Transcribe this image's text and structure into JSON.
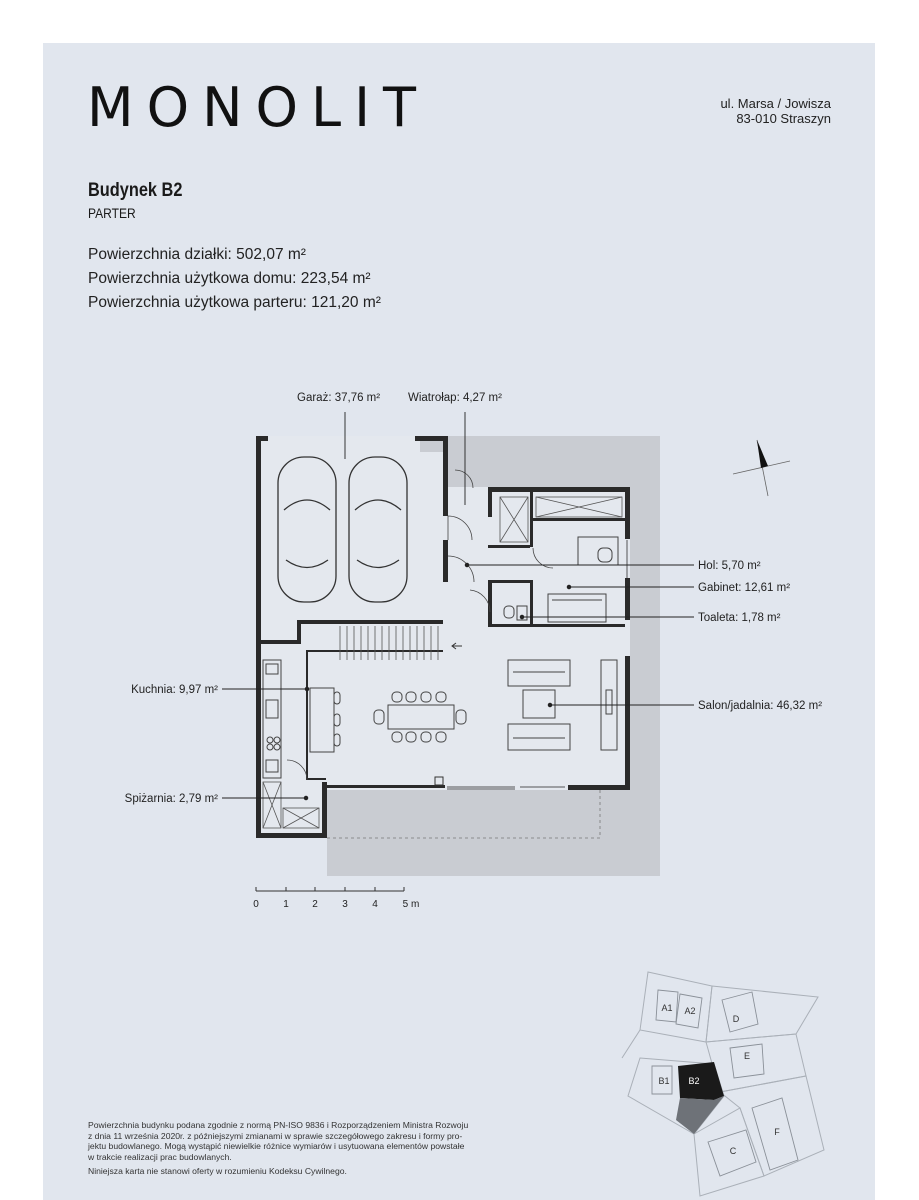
{
  "brand": {
    "logo": "MONOLIT"
  },
  "address": {
    "line1": "ul. Marsa / Jowisza",
    "line2": "83-010 Straszyn"
  },
  "building": {
    "name": "Budynek B2",
    "floor": "PARTER"
  },
  "specs": [
    "Powierzchnia działki: 502,07 m²",
    "Powierzchnia użytkowa domu: 223,54 m²",
    "Powierzchnia użytkowa parteru: 121,20 m²"
  ],
  "rooms": {
    "garaz": "Garaż: 37,76 m²",
    "wiatrolap": "Wiatrołap: 4,27 m²",
    "hol": "Hol: 5,70 m²",
    "gabinet": "Gabinet: 12,61 m²",
    "toaleta": "Toaleta: 1,78 m²",
    "kuchnia": "Kuchnia: 9,97 m²",
    "salon": "Salon/jadalnia: 46,32 m²",
    "spizarnia": "Spiżarnia: 2,79 m²"
  },
  "scale": {
    "ticks": [
      "0",
      "1",
      "2",
      "3",
      "4",
      "5 m"
    ]
  },
  "site_plan": {
    "lots": [
      "A1",
      "A2",
      "D",
      "E",
      "B1",
      "B2",
      "F",
      "C"
    ],
    "highlighted": "B2"
  },
  "footer": {
    "lines": [
      "Powierzchnia budynku podana zgodnie z normą PN-ISO 9836 i Rozporządzeniem Ministra Rozwoju",
      "z dnia 11 września 2020r. z późniejszymi zmianami w sprawie szczegółowego zakresu i formy pro-",
      "jektu budowlanego. Mogą wystąpić niewielkie różnice wymiarów i usytuowana elementów powstałe",
      "w trakcie realizacji prac budowlanych."
    ],
    "note": "Niniejsza karta nie stanowi oferty w rozumieniu Kodeksu Cywilnego."
  },
  "colors": {
    "sheet": "#e1e6ee",
    "wall": "#2a2a2a",
    "terrace": "#c9ccd2",
    "highlight": "#1a1a1a"
  }
}
